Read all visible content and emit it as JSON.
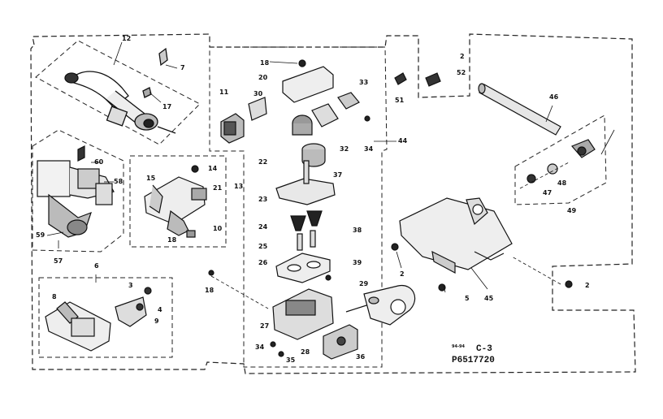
{
  "diagram": {
    "code_main": "C-3",
    "code_small": "94-94",
    "part_number": "P6517720",
    "labels": {
      "l12": "12",
      "l7": "7",
      "l17": "17",
      "l60": "60",
      "l58": "58",
      "l59": "59",
      "l57": "57",
      "l15": "15",
      "l14": "14",
      "l13": "13",
      "l21": "21",
      "l10": "10",
      "l18a": "18",
      "l6": "6",
      "l3": "3",
      "l8": "8",
      "l4": "4",
      "l9": "9",
      "l18b": "18",
      "l20": "20",
      "l11": "11",
      "l30": "30",
      "l33": "33",
      "l22": "22",
      "l32": "32",
      "l34a": "34",
      "l37": "37",
      "l44": "44",
      "l23": "23",
      "l24": "24",
      "l38": "38",
      "l25": "25",
      "l26": "26",
      "l39": "39",
      "l18c": "18",
      "l29": "29",
      "l27": "27",
      "l34b": "34",
      "l35": "35",
      "l28": "28",
      "l36": "36",
      "l51": "51",
      "l2a": "2",
      "l52": "52",
      "l46": "46",
      "l48": "48",
      "l47": "47",
      "l49": "49",
      "l2b": "2",
      "l5": "5",
      "l45": "45",
      "l2c": "2"
    }
  }
}
